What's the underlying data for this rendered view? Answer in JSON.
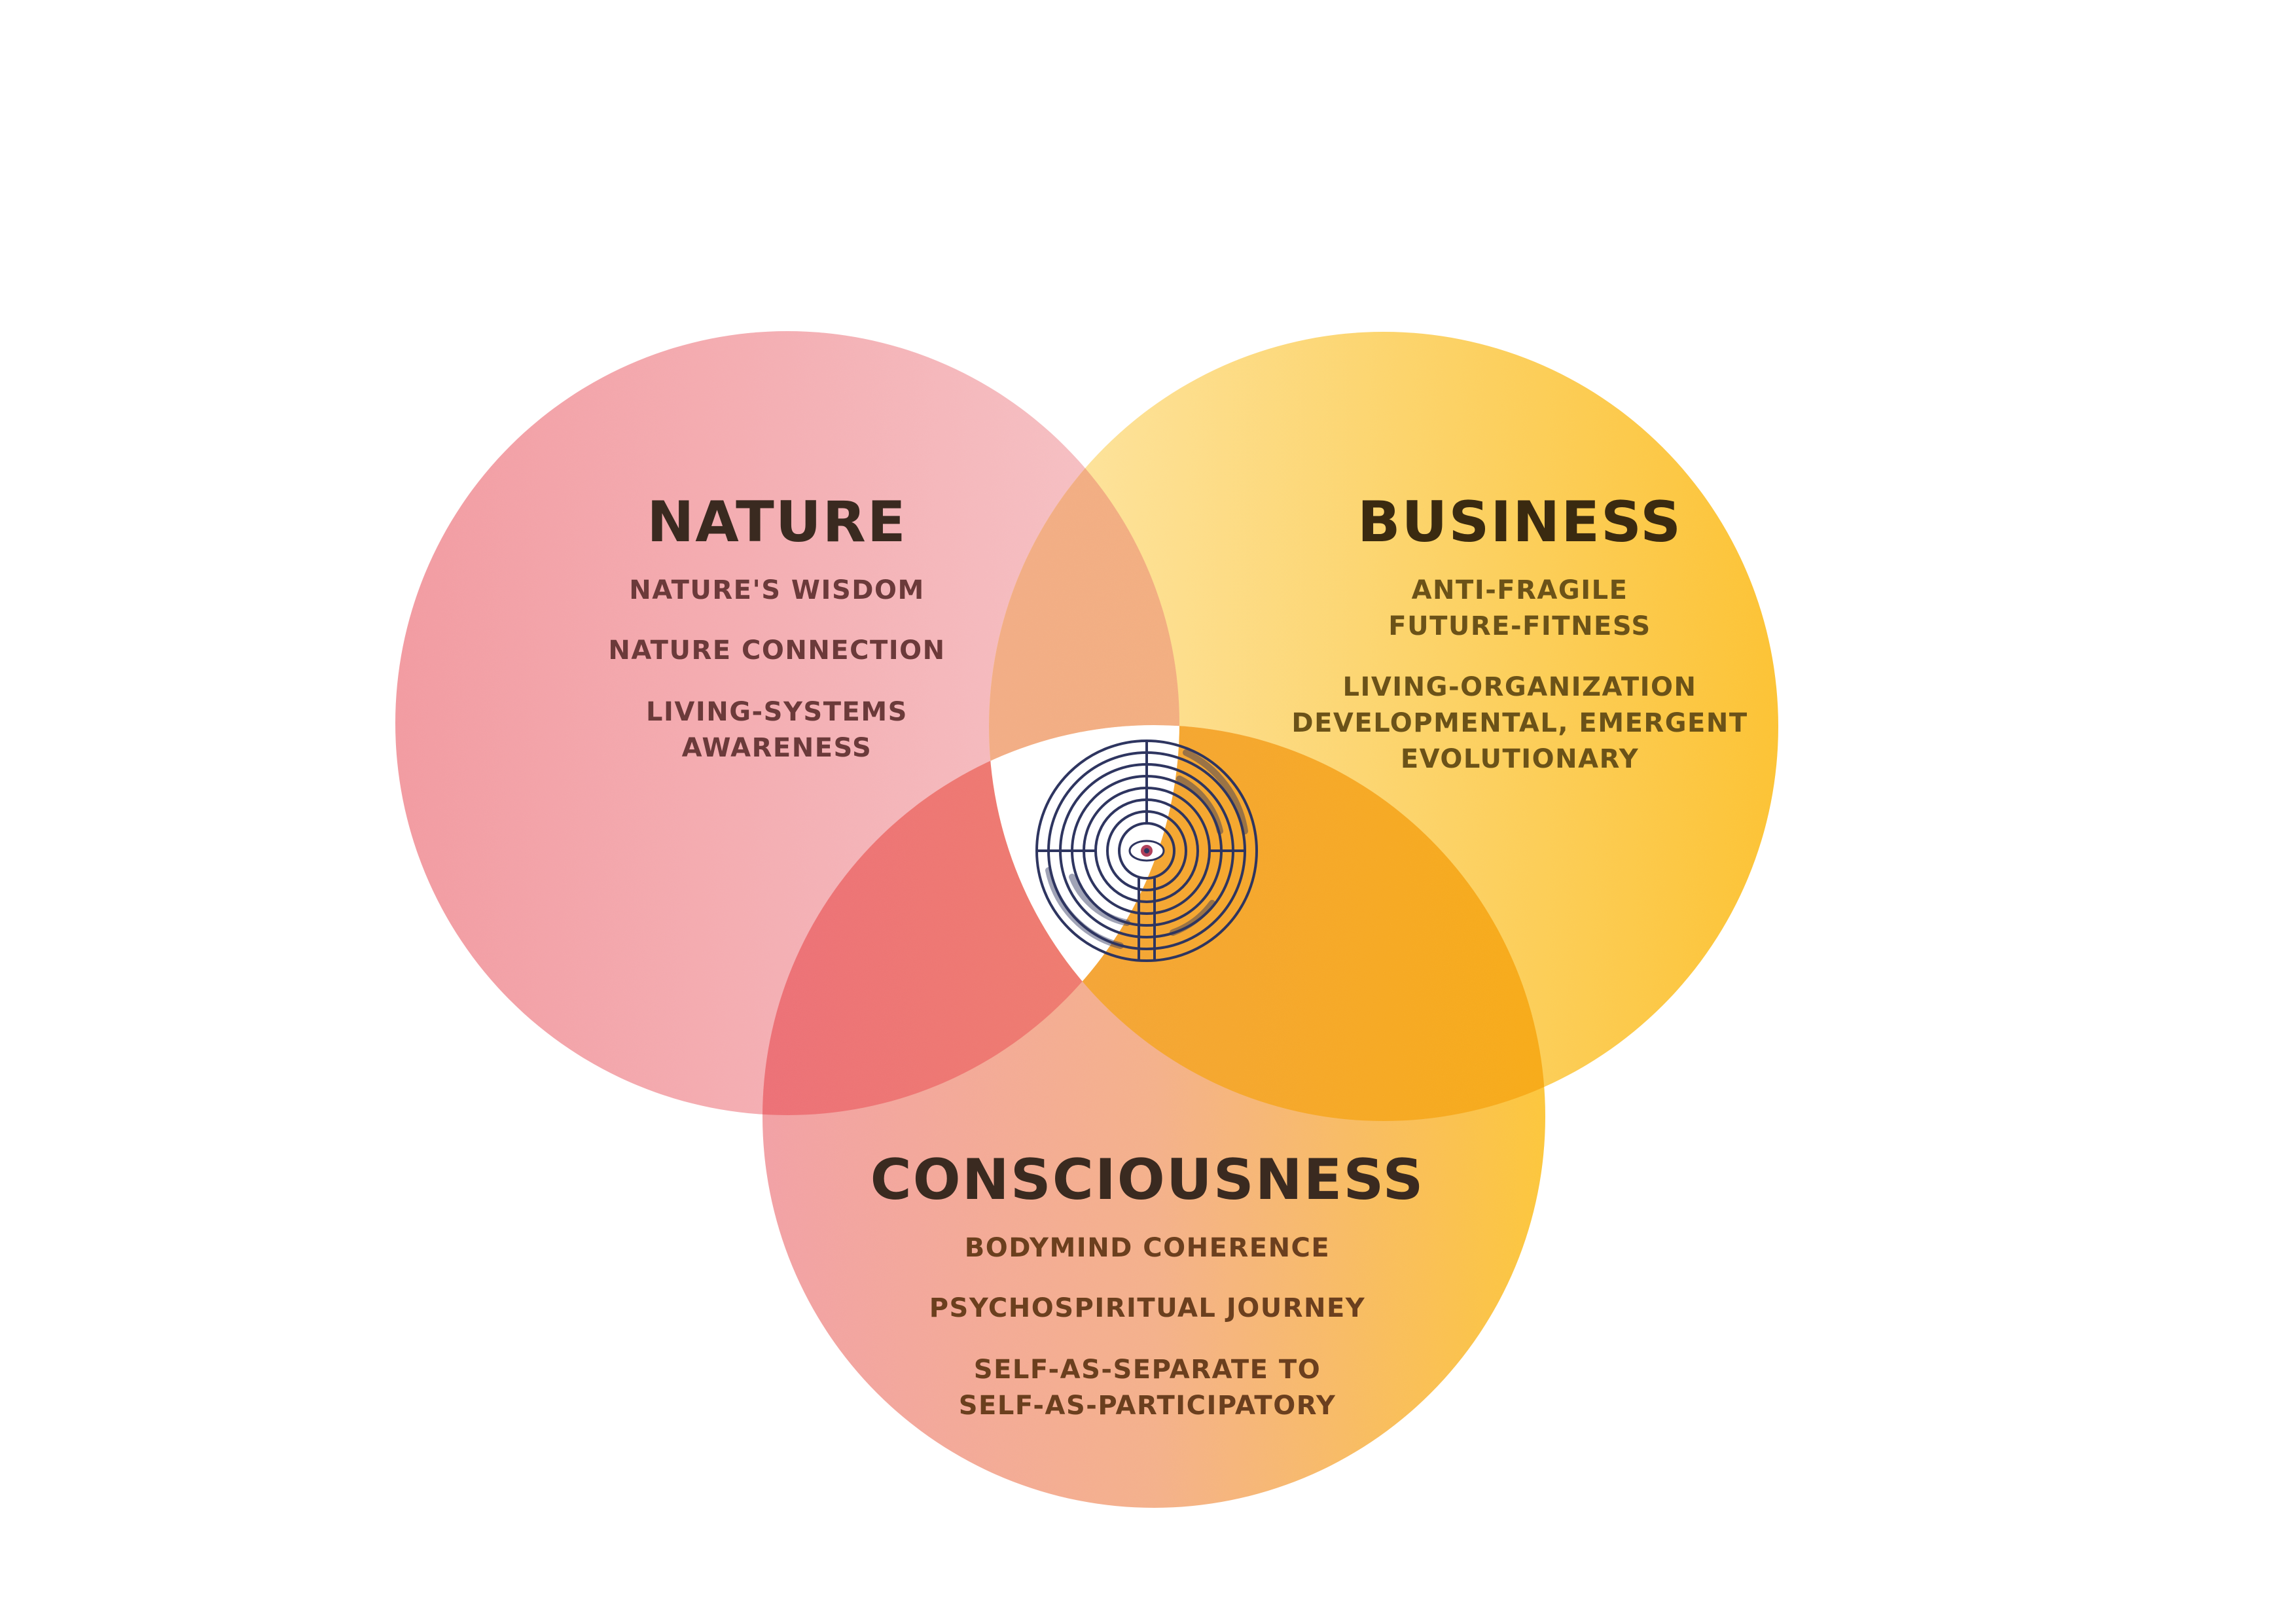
{
  "colors": {
    "nature": "#f29ea3",
    "business": "#fcc93e",
    "consciousness_left": "#f29ea3",
    "consciousness_right": "#fcc93e",
    "nature_text": "#6b3a3a",
    "business_text": "#6b5218",
    "consciousness_text": "#6b3f1e",
    "title_text": "#3a2a20",
    "labyrinth": "#2e3560",
    "eye_iris": "#b0405a"
  },
  "diagram": {
    "nature": {
      "title": "NATURE",
      "items": [
        "NATURE'S WISDOM",
        "NATURE CONNECTION",
        "LIVING-SYSTEMS",
        "AWARENESS"
      ]
    },
    "business": {
      "title": "BUSINESS",
      "items": [
        "ANTI-FRAGILE",
        "FUTURE-FITNESS",
        "LIVING-ORGANIZATION",
        "DEVELOPMENTAL, EMERGENT",
        "EVOLUTIONARY"
      ]
    },
    "consciousness": {
      "title": "CONSCIOUSNESS",
      "items": [
        "BODYMIND COHERENCE",
        "PSYCHOSPIRITUAL JOURNEY",
        "SELF-AS-SEPARATE TO",
        "SELF-AS-PARTICIPATORY"
      ]
    },
    "center_icon": "labyrinth-eye-icon"
  }
}
